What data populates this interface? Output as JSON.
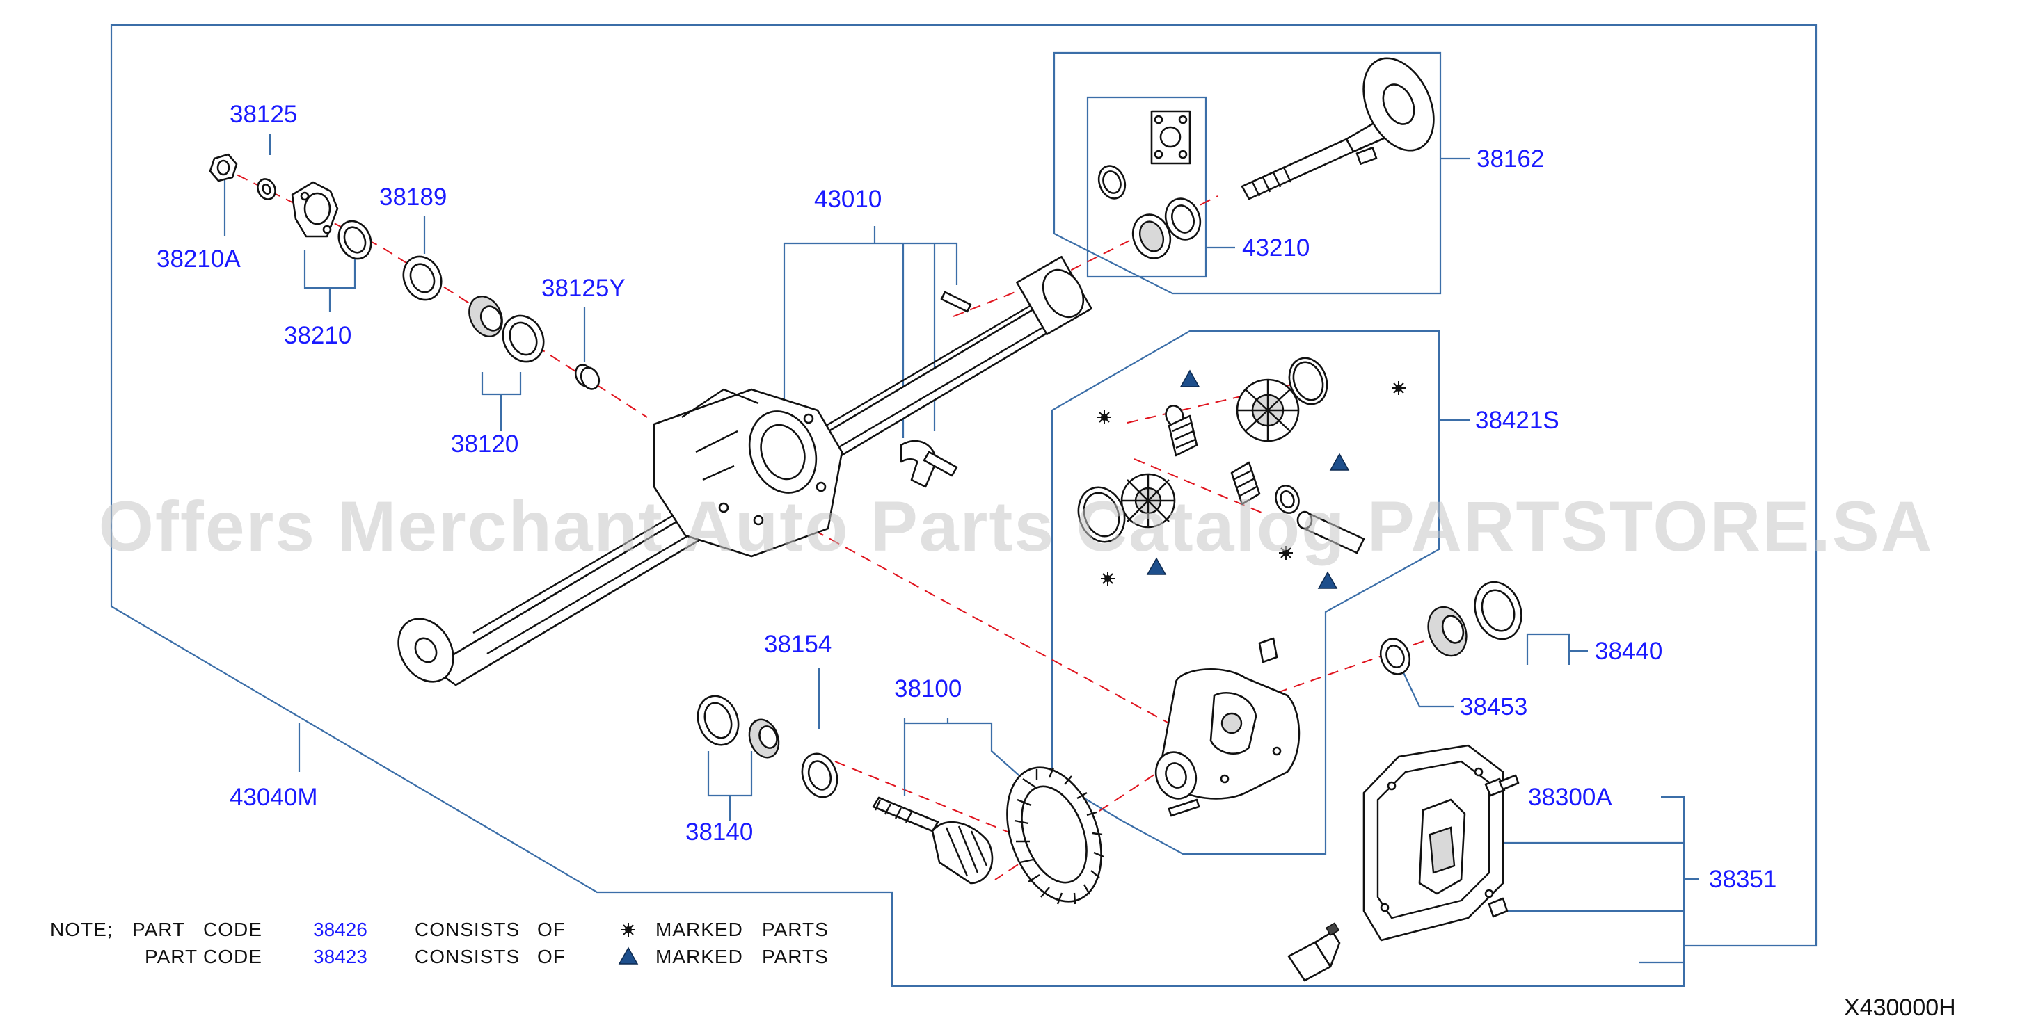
{
  "diagram": {
    "id": "X430000H",
    "watermark": "Offers Merchant Auto Parts Catalog PARTSTORE.SA",
    "colors": {
      "label": "#1a1aff",
      "leader": "#3b6ea8",
      "center_axis": "#e0141e",
      "marker_triangle": "#1e4f8c"
    },
    "parts": {
      "p38125": "38125",
      "p38210A": "38210A",
      "p38189": "38189",
      "p38210": "38210",
      "p38125Y": "38125Y",
      "p38120": "38120",
      "p43010": "43010",
      "p38162": "38162",
      "p43210": "43210",
      "p38421S": "38421S",
      "p38440": "38440",
      "p38453": "38453",
      "p38154": "38154",
      "p38100": "38100",
      "p38140": "38140",
      "p43040M": "43040M",
      "p38300A": "38300A",
      "p38351": "38351"
    },
    "note": {
      "row1": {
        "prefix": "NOTE;",
        "part": "PART",
        "code_word": "CODE",
        "code": "38426",
        "consists": "CONSISTS",
        "of": "OF",
        "marker": "star-marker-icon",
        "marked": "MARKED",
        "parts": "PARTS"
      },
      "row2": {
        "part": "PART",
        "code_word": "CODE",
        "code": "38423",
        "consists": "CONSISTS",
        "of": "OF",
        "marker": "triangle-marker-icon",
        "marked": "MARKED",
        "parts": "PARTS"
      }
    }
  }
}
